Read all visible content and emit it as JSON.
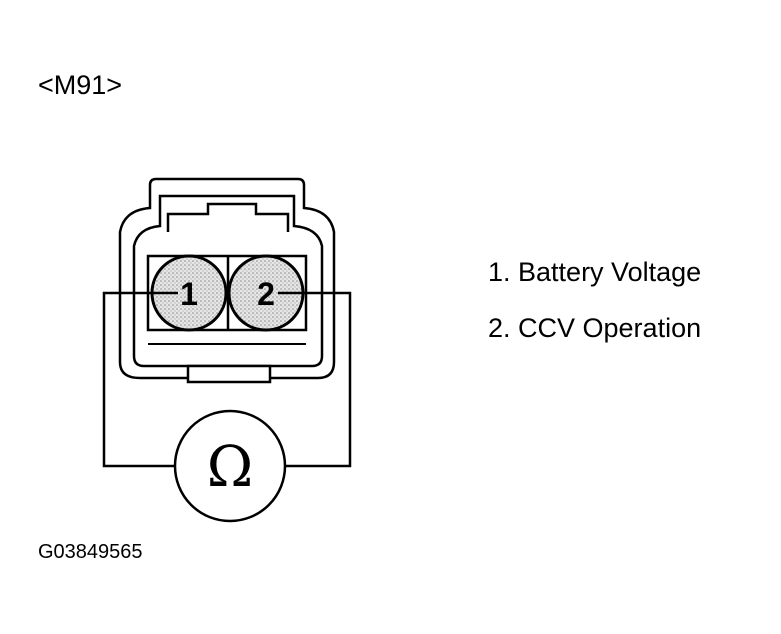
{
  "connector_code": "<M91>",
  "pins": [
    {
      "number": "1"
    },
    {
      "number": "2"
    }
  ],
  "meter_symbol": "Ω",
  "legend": [
    {
      "label": "1. Battery Voltage"
    },
    {
      "label": "2. CCV Operation"
    }
  ],
  "figure_id": "G03849565",
  "colors": {
    "line": "#000000",
    "pin_fill": "#d9d9d9",
    "background": "#ffffff"
  }
}
